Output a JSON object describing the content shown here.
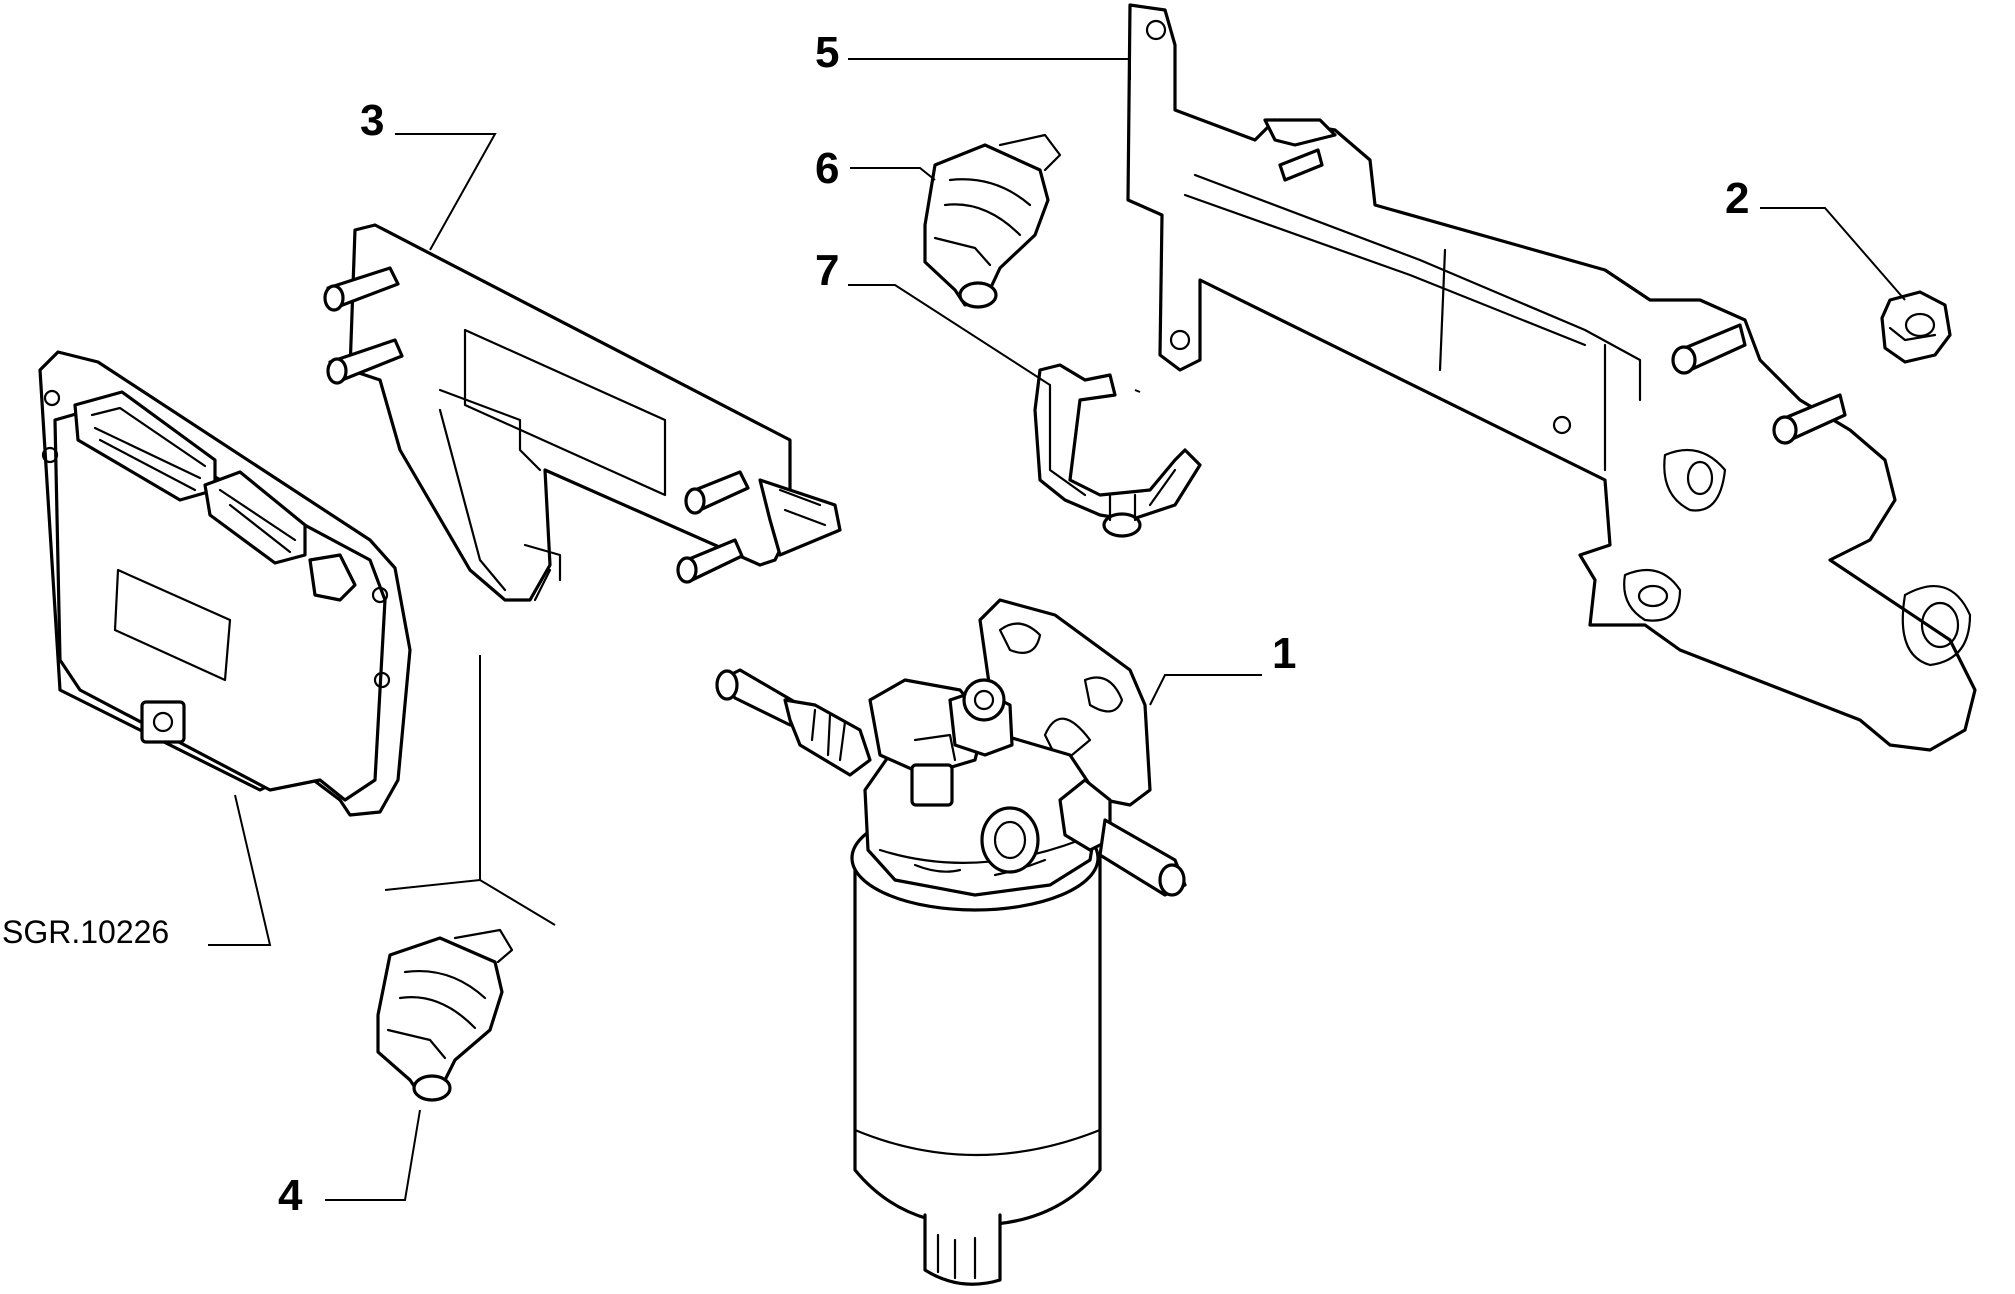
{
  "callouts": {
    "c1": "1",
    "c2": "2",
    "c3": "3",
    "c4": "4",
    "c5": "5",
    "c6": "6",
    "c7": "7"
  },
  "reference": "SGR.10226"
}
